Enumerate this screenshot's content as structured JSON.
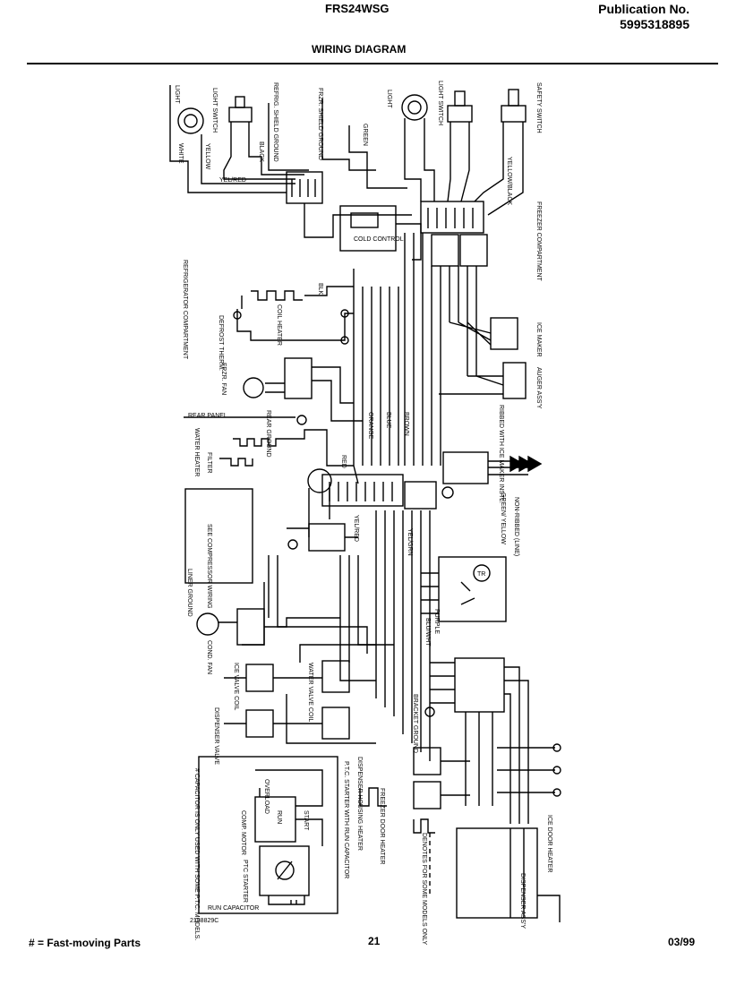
{
  "header": {
    "model": "FRS24WSG",
    "publication_label": "Publication No.",
    "publication_number": "5995318895",
    "title": "WIRING DIAGRAM"
  },
  "footer": {
    "legend_symbol": "#",
    "legend_text": "= Fast-moving Parts",
    "page_number": "21",
    "date": "03/99"
  },
  "labels": {
    "light": "LIGHT",
    "light_switch": "LIGHT SWITCH",
    "refrig_shield_ground": "REFRIG. SHIELD GROUND",
    "frzr_shield_ground": "FRZR. SHIELD GROUND",
    "light2": "LIGHT",
    "light_switch2": "LIGHT SWITCH",
    "safety_switch": "SAFETY SWITCH",
    "white": "WHITE",
    "yellow": "YELLOW",
    "black": "BLACK",
    "green": "GREEN",
    "yel_red": "YEL/RED",
    "yellow_black": "YELLOW/BLACK",
    "cold_control": "COLD CONTROL",
    "freezer_compartment": "FREEZER COMPARTMENT",
    "refrigerator_compartment": "REFRIGERATOR COMPARTMENT",
    "coil_heater": "COIL HEATER",
    "defrost_therm": "DEFROST THERM.",
    "blk": "BLK",
    "frzr_fan": "FRZR. FAN",
    "ice_maker": "ICE MAKER",
    "auger_assy": "AUGER ASS'Y",
    "rear_panel": "REAR PANEL",
    "rear_ground": "REAR GROUND",
    "water_heater": "WATER HEATER",
    "filter": "FILTER",
    "wired_with_ice_maker": "RIBBED WITH ICE MAKER INSTL.",
    "orange": "ORANGE",
    "blue": "BLUE",
    "brown": "BROWN",
    "red": "RED",
    "see_compressor_wiring": "SEE COMPRESSOR WIRING",
    "green_yellow": "GREEN/ YELLOW",
    "non_ribbed_line": "NON-RIBBED (LINE)",
    "yel_grn": "YEL/GRN",
    "yel_red2": "YEL/RED",
    "tr": "TR",
    "purple": "PURPLE",
    "blu_wht": "BLU/WHT",
    "liner_ground": "LINER GROUND",
    "cond_fan": "COND. FAN",
    "ice_valve_coil": "ICE VALVE COIL",
    "water_valve_coil": "WATER VALVE COIL",
    "dispenser_valve": "DISPENSER VALVE",
    "bracket_ground": "BRACKET GROUND",
    "overload": "OVERLOAD",
    "comp_motor": "COMP. MOTOR",
    "run": "RUN",
    "start": "START",
    "ptc_starter": "PTC STARTER",
    "run_capacitor": "RUN CAPACITOR",
    "capacitor_note": "# CAPACITOR IS ONLY USED WITH SOME P.T.C. MODELS.",
    "ptc_starter_with_run_capacitor": "P.T.C. STARTER WITH RUN CAPACITOR",
    "dispenser_housing_heater": "DISPENSER HOUSING HEATER",
    "freezer_door_heater": "FREEZER DOOR HEATER",
    "denotes_some_models": "DENOTES FOR SOME MODELS ONLY",
    "ice_door_heater": "ICE DOOR HEATER",
    "dispenser_assy": "DISPENSER ASS'Y",
    "part_code": "2188829C"
  }
}
